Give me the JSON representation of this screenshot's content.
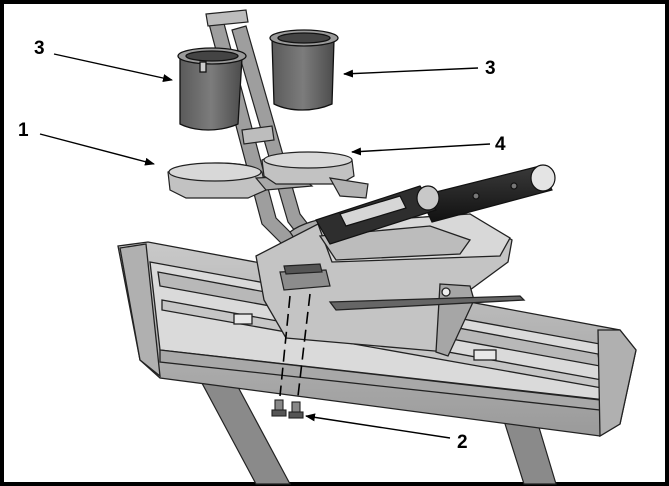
{
  "diagram": {
    "callouts": [
      {
        "id": "left-cup-holder",
        "label": "3"
      },
      {
        "id": "right-cup-holder",
        "label": "3"
      },
      {
        "id": "left-cup-base",
        "label": "1"
      },
      {
        "id": "right-cup-base",
        "label": "4"
      },
      {
        "id": "mounting-bolts",
        "label": "2"
      }
    ]
  },
  "colors": {
    "frame": "#000000",
    "part_light": "#d4d4d4",
    "part_mid": "#b4b4b4",
    "part_dark": "#6e6e6e",
    "outline": "#222222"
  }
}
